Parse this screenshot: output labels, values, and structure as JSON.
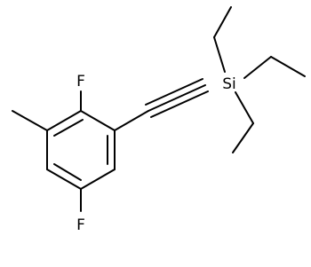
{
  "molecule": {
    "atoms": {
      "fluorine_top": "F",
      "fluorine_bottom": "F",
      "silicon": "Si"
    },
    "colors": {
      "bond": "#000000",
      "background": "#ffffff"
    }
  }
}
